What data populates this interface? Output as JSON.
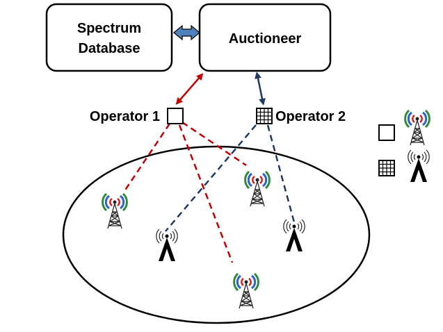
{
  "boxes": {
    "spectrum_database": {
      "line1": "Spectrum",
      "line2": "Database"
    },
    "auctioneer": {
      "label": "Auctioneer"
    }
  },
  "operators": {
    "operator1": {
      "label": "Operator 1",
      "color": "#c00000"
    },
    "operator2": {
      "label": "Operator 2",
      "color": "#1f3864"
    }
  },
  "legend": [
    {
      "operator_icon": "square-outline-icon",
      "tower_icon": "colored-tower-icon"
    },
    {
      "operator_icon": "grid-square-icon",
      "tower_icon": "black-tower-icon"
    }
  ],
  "colors": {
    "db_link": "#4f81bd",
    "op1_link": "#c00000",
    "op2_link": "#1f3864",
    "wave_green": "#2e8b3a",
    "wave_blue": "#2f5fd0",
    "wave_red": "#d02020"
  }
}
